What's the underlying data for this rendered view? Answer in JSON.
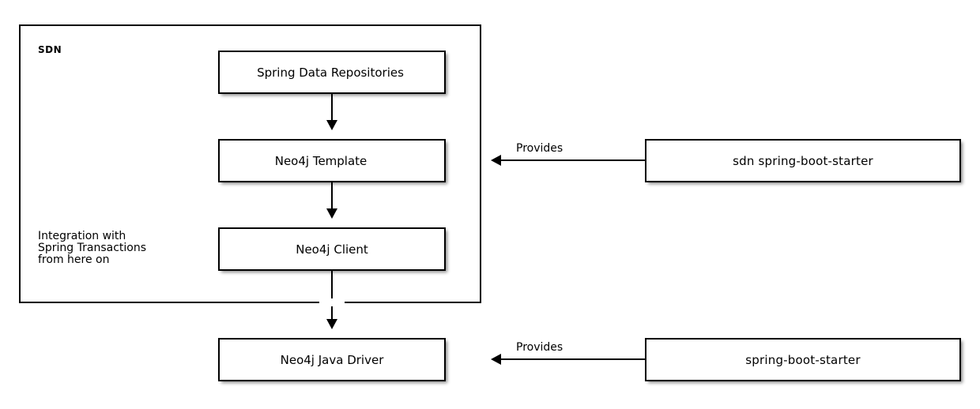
{
  "diagram": {
    "type": "architecture-flow",
    "container": {
      "label": "SDN"
    },
    "nodes": [
      {
        "id": "spring-data-repositories",
        "label": "Spring Data Repositories"
      },
      {
        "id": "neo4j-template",
        "label": "Neo4j Template"
      },
      {
        "id": "neo4j-client",
        "label": "Neo4j Client"
      },
      {
        "id": "neo4j-java-driver",
        "label": "Neo4j Java Driver"
      },
      {
        "id": "sdn-spring-boot-starter",
        "label": "sdn spring-boot-starter"
      },
      {
        "id": "spring-boot-starter",
        "label": "spring-boot-starter"
      }
    ],
    "note": "Integration with\nSpring Transactions\nfrom here on",
    "edges": [
      {
        "id": "e1",
        "from": "spring-data-repositories",
        "to": "neo4j-template",
        "label": "",
        "direction": "down"
      },
      {
        "id": "e2",
        "from": "neo4j-template",
        "to": "neo4j-client",
        "label": "",
        "direction": "down"
      },
      {
        "id": "e3",
        "from": "neo4j-client",
        "to": "neo4j-java-driver",
        "label": "",
        "direction": "down"
      },
      {
        "id": "e4",
        "from": "sdn-spring-boot-starter",
        "to": "neo4j-template",
        "label": "Provides",
        "direction": "left"
      },
      {
        "id": "e5",
        "from": "spring-boot-starter",
        "to": "neo4j-java-driver",
        "label": "Provides",
        "direction": "left"
      }
    ],
    "colors": {
      "stroke": "#000000",
      "fill": "#FFFFFF",
      "text": "#000000",
      "background": "#FFFFFF"
    }
  }
}
